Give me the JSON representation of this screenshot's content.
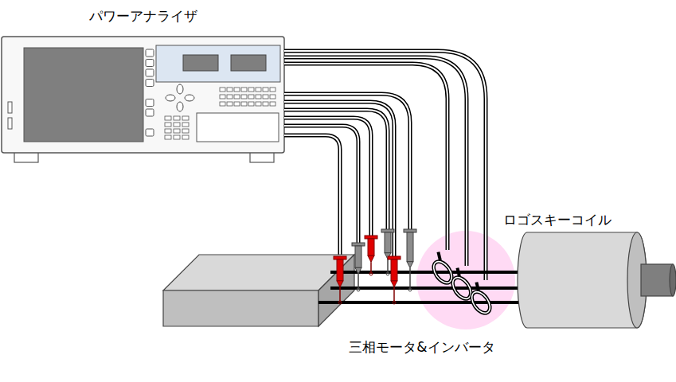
{
  "diagram": {
    "nodes": [
      {
        "text": [
          "パワーアナライザ"
        ]
      }
    ],
    "labels": [
      "ロゴスキーコイル",
      "三相モータ&インバータ"
    ]
  }
}
